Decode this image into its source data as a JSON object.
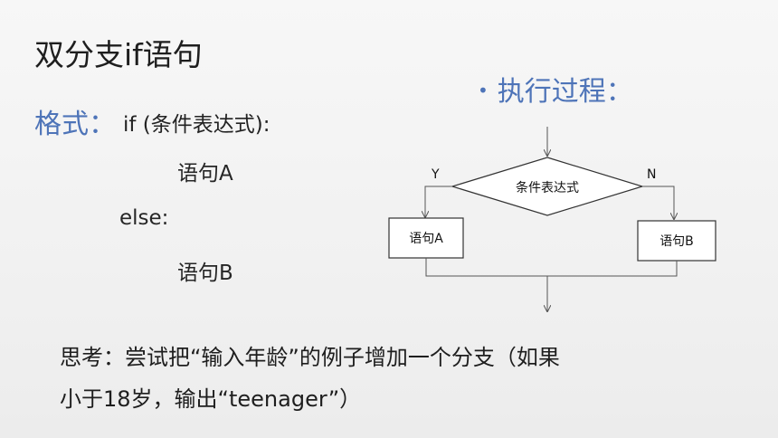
{
  "title": "双分支if语句",
  "format": {
    "label": "格式：",
    "code_line1": "if (条件表达式):",
    "code_line2": "语句A",
    "code_line3": "else:",
    "code_line4": "语句B"
  },
  "execution": {
    "heading": "执行过程："
  },
  "flowchart": {
    "condition": "条件表达式",
    "yes_label": "Y",
    "no_label": "N",
    "box_a": "语句A",
    "box_b": "语句B"
  },
  "think": {
    "line1": "思考：尝试把“输入年龄”的例子增加一个分支（如果",
    "line2": "小于18岁，输出“teenager”）"
  },
  "colors": {
    "accent": "#4e74b8",
    "text": "#262626",
    "line": "#555555"
  }
}
